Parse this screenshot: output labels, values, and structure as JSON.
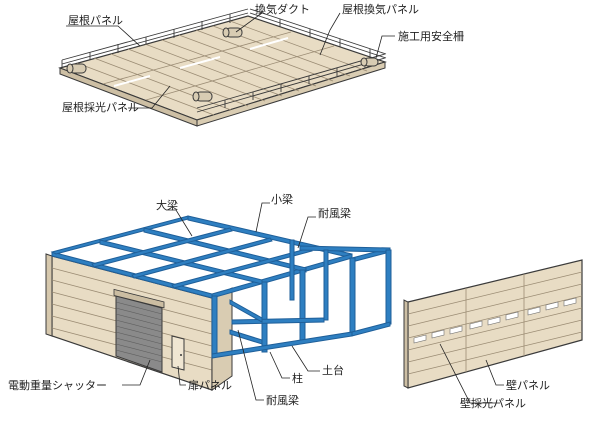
{
  "colors": {
    "panel_fill": "#e8dcc4",
    "panel_line": "#9b8c74",
    "steel_blue": "#2e7fc1",
    "steel_dark": "#1f5f99",
    "outline": "#3a3a3a",
    "shutter": "#8a8a8a"
  },
  "labels": {
    "roof_panel": "屋根パネル",
    "vent_duct": "換気ダクト",
    "roof_vent_panel": "屋根換気パネル",
    "safety_fence": "施工用安全柵",
    "roof_skylight_panel": "屋根採光パネル",
    "main_beam": "大梁",
    "small_beam": "小梁",
    "wind_beam_top": "耐風梁",
    "shutter": "電動重量シャッター",
    "door_panel": "扉パネル",
    "column": "柱",
    "base": "土台",
    "wind_beam_bottom": "耐風梁",
    "wall_panel": "壁パネル",
    "wall_skylight_panel": "壁採光パネル"
  }
}
